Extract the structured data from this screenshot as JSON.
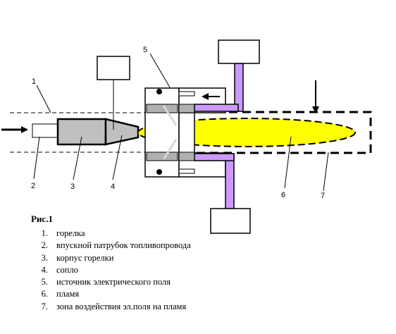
{
  "diagram": {
    "labels": {
      "l1": "1",
      "l2": "2",
      "l3": "3",
      "l4": "4",
      "l5": "5",
      "l6": "6",
      "l7": "7"
    },
    "colors": {
      "flame": "#ffff00",
      "body": "#c0c0c0",
      "rods": "#cc99ff",
      "black": "#000000"
    }
  },
  "caption": {
    "title": "Рис.1",
    "items": [
      {
        "num": "1.",
        "text": "горелка"
      },
      {
        "num": "2.",
        "text": "впускной патрубок топливопровода"
      },
      {
        "num": "3.",
        "text": "корпус горелки"
      },
      {
        "num": "4.",
        "text": "сопло"
      },
      {
        "num": "5.",
        "text": "источник  электрического поля"
      },
      {
        "num": "6.",
        "text": "пламя"
      },
      {
        "num": "7.",
        "text": "зона воздействия эл.поля на  пламя"
      }
    ]
  }
}
